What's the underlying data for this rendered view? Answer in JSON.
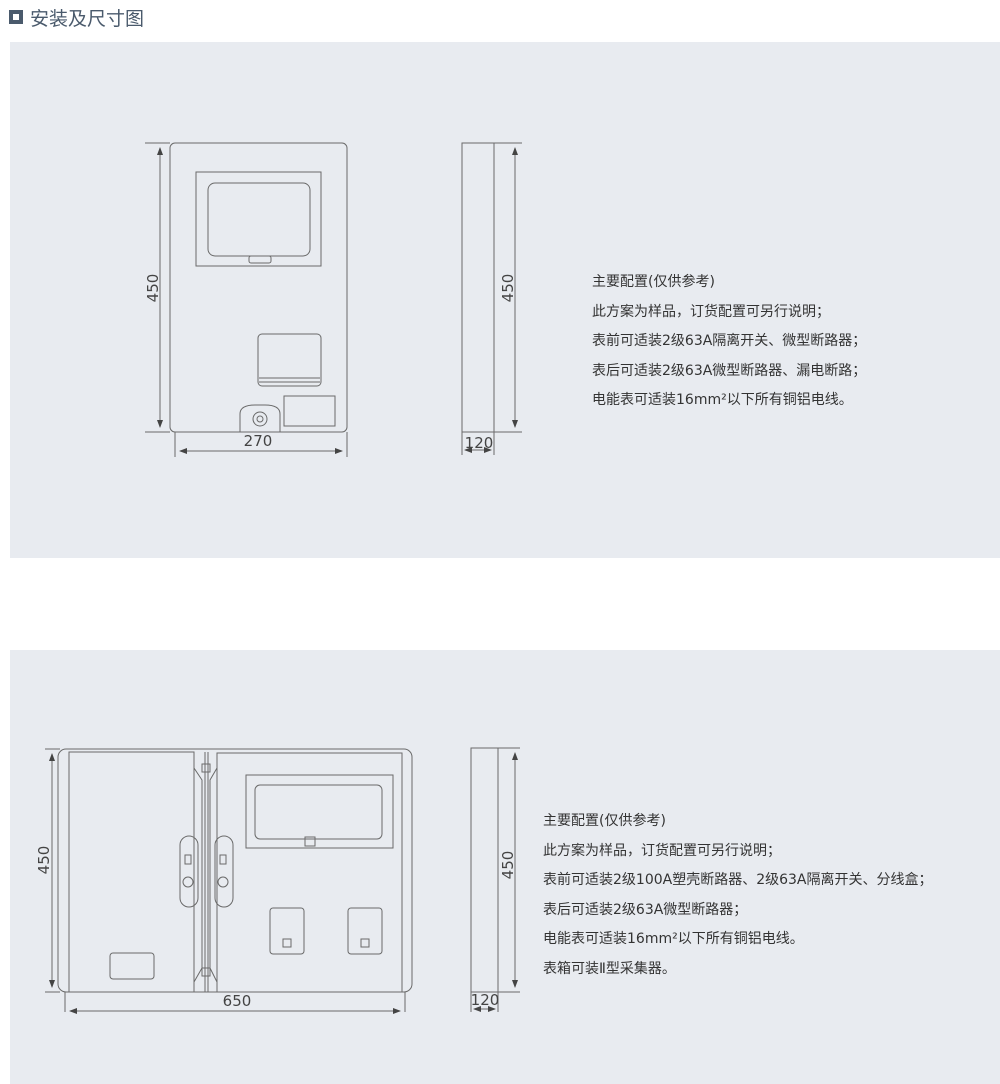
{
  "title": "安装及尺寸图",
  "diagrams": [
    {
      "front": {
        "height": "450",
        "width": "270"
      },
      "side": {
        "height": "450",
        "depth": "120"
      },
      "spec": [
        "主要配置(仅供参考)",
        "此方案为样品，订货配置可另行说明；",
        "表前可适装2级63A隔离开关、微型断路器；",
        "表后可适装2级63A微型断路器、漏电断路；",
        "电能表可适装16mm²以下所有铜铝电线。"
      ]
    },
    {
      "front": {
        "height": "450",
        "width": "650"
      },
      "side": {
        "height": "450",
        "depth": "120"
      },
      "spec": [
        "主要配置(仅供参考)",
        "此方案为样品，订货配置可另行说明；",
        "表前可适装2级100A塑壳断路器、2级63A隔离开关、分线盒；",
        "表后可适装2级63A微型断路器；",
        "电能表可适装16mm²以下所有铜铝电线。",
        "表箱可装Ⅱ型采集器。"
      ]
    }
  ]
}
